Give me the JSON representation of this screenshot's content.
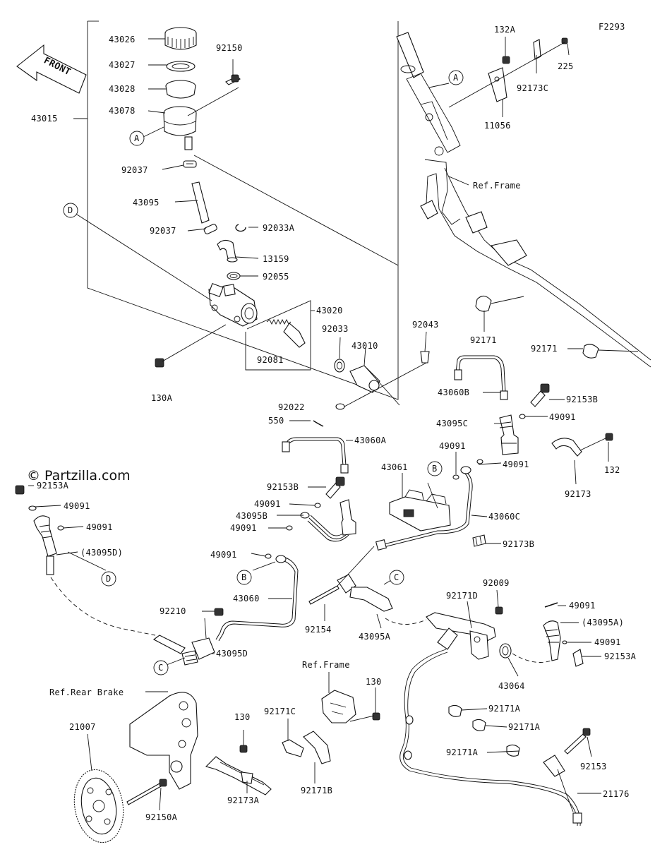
{
  "figure_code": "F2293",
  "watermark": "© Partzilla.com",
  "front_label": "FRONT",
  "labels": {
    "p43026": "43026",
    "p43027": "43027",
    "p43028": "43028",
    "p43078": "43078",
    "p43015": "43015",
    "p92150": "92150",
    "p92037a": "92037",
    "p43095": "43095",
    "p92037b": "92037",
    "p92033A": "92033A",
    "p13159": "13159",
    "p92055": "92055",
    "p43020": "43020",
    "p92033": "92033",
    "p43010": "43010",
    "p92081": "92081",
    "p130A": "130A",
    "p92022": "92022",
    "p550": "550",
    "p43060A": "43060A",
    "p92153B_a": "92153B",
    "p49091_a": "49091",
    "p43095B": "43095B",
    "p49091_b": "49091",
    "p49091_c": "49091",
    "p43060": "43060",
    "p92210": "92210",
    "p43095D": "43095D",
    "p92153A_l": "92153A",
    "p49091_l1": "49091",
    "p49091_l2": "49091",
    "p43095D_p": "(43095D)",
    "p92043": "92043",
    "p43060B": "43060B",
    "p92153B_b": "92153B",
    "p43095C": "43095C",
    "p49091_d": "49091",
    "p49091_e": "49091",
    "p49091_f": "49091",
    "p43061": "43061",
    "p43060C": "43060C",
    "p92173B": "92173B",
    "p92154": "92154",
    "p43095A": "43095A",
    "p92009": "92009",
    "p92171D": "92171D",
    "p49091_g": "49091",
    "p43095A_p": "(43095A)",
    "p49091_h": "49091",
    "p92153A_r": "92153A",
    "p43064": "43064",
    "p92171A_1": "92171A",
    "p92171A_2": "92171A",
    "p92171A_3": "92171A",
    "p92153": "92153",
    "p21176": "21176",
    "p132A": "132A",
    "p225": "225",
    "p92173C": "92173C",
    "p11056": "11056",
    "p92171_a": "92171",
    "p92171_b": "92171",
    "p92173": "92173",
    "p132": "132",
    "ref_frame_top": "Ref.Frame",
    "ref_frame_mid": "Ref.Frame",
    "ref_rear_brake": "Ref.Rear Brake",
    "p130_a": "130",
    "p130_b": "130",
    "p92171C": "92171C",
    "p92171B": "92171B",
    "p21007": "21007",
    "p92150A": "92150A",
    "p92173A": "92173A"
  },
  "callouts": {
    "A1": "A",
    "A2": "A",
    "B1": "B",
    "B2": "B",
    "C1": "C",
    "C2": "C",
    "D1": "D",
    "D2": "D"
  }
}
